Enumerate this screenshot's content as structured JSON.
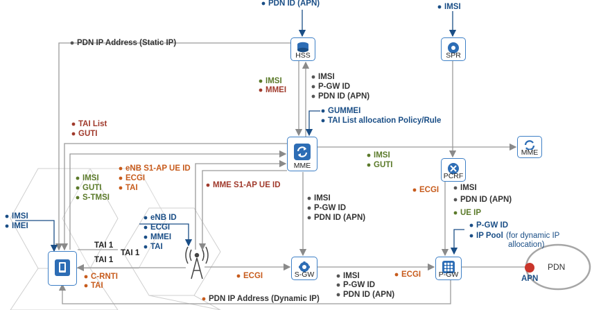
{
  "nodes": {
    "hss": "HSS",
    "spr": "SPR",
    "mme": "MME",
    "mme2": "MME",
    "pcrf": "PCRF",
    "sgw": "S-GW",
    "pgw": "P-GW",
    "pdn": "PDN",
    "apn": "APN"
  },
  "links": {
    "tai1_a": "TAI 1",
    "tai1_b": "TAI 1",
    "tai1_c": "TAI 1"
  },
  "labels": {
    "pdn_id_apn_top": "PDN ID (APN)",
    "imsi_top": "IMSI",
    "pdn_ip_static": "PDN IP Address (Static IP)",
    "hss_imsi_green": "IMSI",
    "hss_mmei_red": "MMEI",
    "hss_imsi": "IMSI",
    "hss_pgw_id": "P-GW ID",
    "hss_pdn_id": "PDN ID (APN)",
    "gummei": "GUMMEI",
    "tai_policy": "TAI List allocation Policy/Rule",
    "tai_list": "TAI List",
    "guti_red": "GUTI",
    "mme2_imsi": "IMSI",
    "mme2_guti": "GUTI",
    "ue_imsi": "IMSI",
    "ue_guti": "GUTI",
    "ue_stmsi": "S-TMSI",
    "enb_s1ap": "eNB S1-AP UE ID",
    "ue_ecgi": "ECGI",
    "ue_tai": "TAI",
    "mme_s1ap": "MME S1-AP UE ID",
    "left_imsi": "IMSI",
    "left_imei": "IMEI",
    "enb_id": "eNB ID",
    "enb_ecgi": "ECGI",
    "enb_mmei": "MMEI",
    "enb_tai": "TAI",
    "sgw_imsi": "IMSI",
    "sgw_pgw_id": "P-GW ID",
    "sgw_pdn_id": "PDN ID (APN)",
    "pcrf_ecgi": "ECGI",
    "pcrf_imsi": "IMSI",
    "pcrf_pdn_id": "PDN ID (APN)",
    "pcrf_ue_ip": "UE IP",
    "pgw_id": "P-GW ID",
    "ip_pool": "IP Pool",
    "ip_pool_note1": "(for dynamic IP",
    "ip_pool_note2": "allocation)",
    "crnti": "C-RNTI",
    "tai_bottom": "TAI",
    "enb_ecgi_link": "ECGI",
    "s5_imsi": "IMSI",
    "s5_pgw_id": "P-GW ID",
    "s5_pdn_id": "PDN ID (APN)",
    "s5_ecgi": "ECGI",
    "pdn_ip_dynamic": "PDN IP Address (Dynamic IP)"
  },
  "colors": {
    "blue": "#1a4e86",
    "red": "#a03a2c",
    "green": "#5b7a2a",
    "orange": "#c75b1c",
    "line": "#9a9a9a",
    "node_border": "#3d7fc6",
    "apn_dot": "#c9352b"
  }
}
